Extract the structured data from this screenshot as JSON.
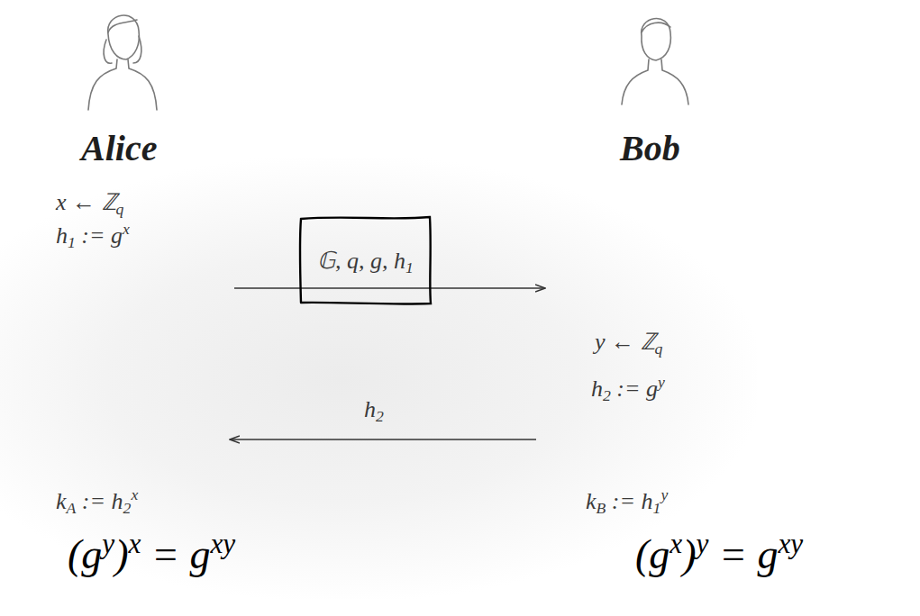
{
  "diagram": {
    "nodes": [
      {
        "text": [
          "𝔾, q, g, h1"
        ]
      }
    ],
    "labels": [
      "Alice",
      "Bob",
      "x ← ℤq",
      "h1 := gx",
      "y ← ℤq",
      "h2 := gy",
      "h2",
      "kA := h2x",
      "kB := h1y",
      "(gy)x = gxy",
      "(gx)y = gxy"
    ]
  }
}
